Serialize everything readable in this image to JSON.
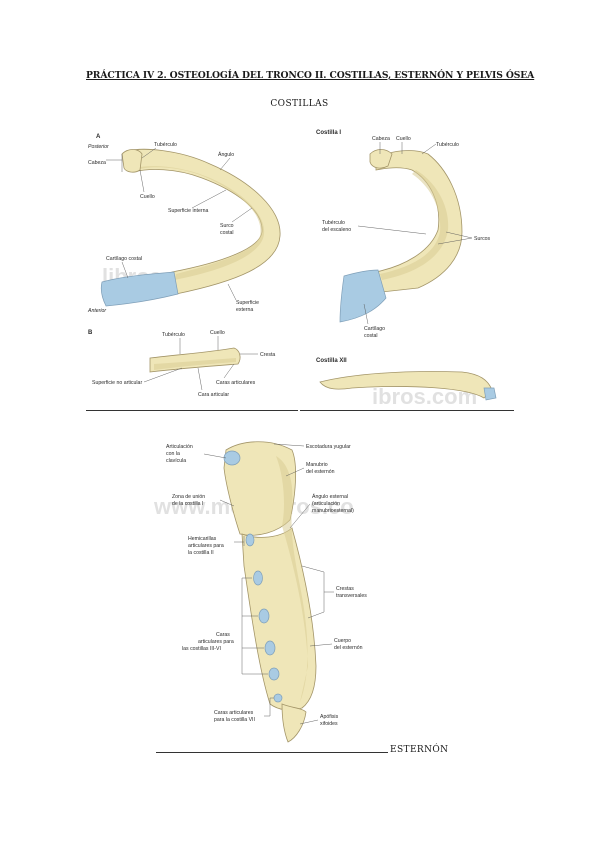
{
  "document": {
    "title": "PRÁCTICA IV 2. OSTEOLOGÍA DEL TRONCO II. COSTILLAS, ESTERNÓN Y PELVIS ÓSEA",
    "section_costillas": "COSTILLAS",
    "caption_esternon": "ESTERNÓN"
  },
  "rib_a": {
    "panel": "A",
    "posterior": "Posterior",
    "anterior": "Anterior",
    "labels": {
      "tuberculo": "Tubérculo",
      "cabeza": "Cabeza",
      "angulo": "Ángulo",
      "cuello": "Cuello",
      "superficie_interna": "Superficie interna",
      "surco_1": "Surco",
      "surco_2": "costal",
      "cartilago": "Cartílago costal",
      "sup_ext_1": "Superficie",
      "sup_ext_2": "externa"
    },
    "watermark": "libros.com"
  },
  "rib_b": {
    "panel": "B",
    "labels": {
      "tuberculo": "Tubérculo",
      "cuello": "Cuello",
      "cresta": "Cresta",
      "superficie_no_articular": "Superficie no articular",
      "caras_articulares": "Caras articulares",
      "cara_articular": "Cara articular"
    }
  },
  "rib_1": {
    "panel": "Costilla I",
    "labels": {
      "cabeza": "Cabeza",
      "cuello": "Cuello",
      "tuberculo": "Tubérculo",
      "tub_escaleno_1": "Tubérculo",
      "tub_escaleno_2": "del escaleno",
      "surcos": "Surcos",
      "cartilago_1": "Cartílago",
      "cartilago_2": "costal"
    }
  },
  "rib_12": {
    "panel": "Costilla XII",
    "watermark": "ibros.com"
  },
  "sternum": {
    "labels": {
      "art_clav_1": "Articulación",
      "art_clav_2": "con la",
      "art_clav_3": "clavícula",
      "escotadura": "Escotadura yugular",
      "manubrio_1": "Manubrio",
      "manubrio_2": "del esternón",
      "zona_1": "Zona de unión",
      "zona_2": "de la costilla I",
      "angulo_1": "Ángulo esternal",
      "angulo_2": "(articulación",
      "angulo_3": "manubrioesternal)",
      "hemi_1": "Hemicarillas",
      "hemi_2": "articulares para",
      "hemi_3": "la costilla II",
      "crestas_1": "Crestas",
      "crestas_2": "transversales",
      "caras_1": "Caras",
      "caras_2": "articulares para",
      "caras_3": "las costillas III-VI",
      "cuerpo_1": "Cuerpo",
      "cuerpo_2": "del esternón",
      "caras7_1": "Caras articulares",
      "caras7_2": "para la costilla VII",
      "apofisis_1": "Apófisis",
      "apofisis_2": "xifoides"
    },
    "watermark": "www.medilibros.co"
  }
}
